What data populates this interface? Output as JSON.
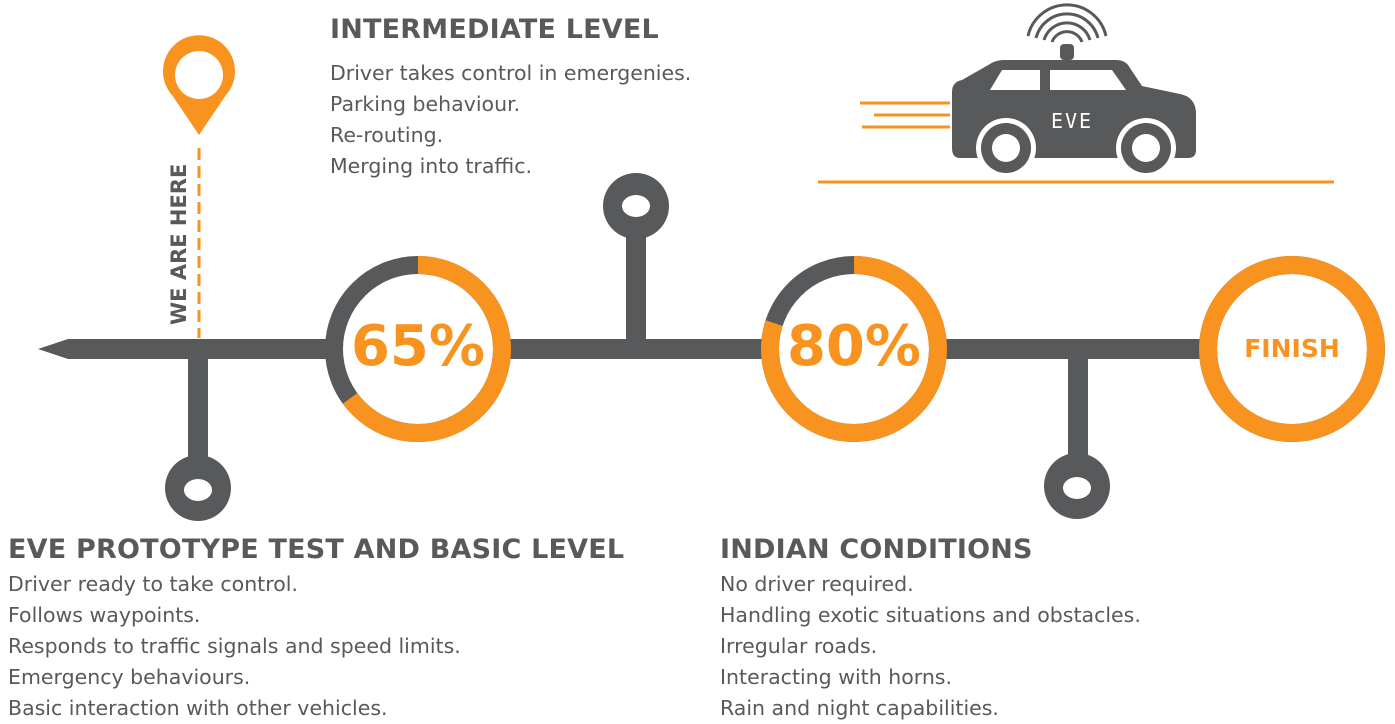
{
  "colors": {
    "accent": "#f7931e",
    "track": "#58595b"
  },
  "marker": {
    "label": "WE ARE HERE",
    "icon": "location-pin-icon"
  },
  "milestones": [
    {
      "progress_label": "65%",
      "progress": 0.65
    },
    {
      "progress_label": "80%",
      "progress": 0.8
    },
    {
      "progress_label": "FINISH",
      "progress": 1.0
    }
  ],
  "stages": {
    "basic": {
      "title": "EVE PROTOTYPE TEST AND BASIC LEVEL",
      "items": [
        "Driver ready to take control.",
        "Follows waypoints.",
        "Responds to traffic signals and speed limits.",
        "Emergency behaviours.",
        "Basic interaction with other vehicles."
      ]
    },
    "intermediate": {
      "title": "INTERMEDIATE LEVEL",
      "items": [
        "Driver takes control in emergenies.",
        "Parking behaviour.",
        "Re-routing.",
        "Merging into traffic."
      ]
    },
    "indian": {
      "title": "INDIAN CONDITIONS",
      "items": [
        "No driver required.",
        "Handling exotic situations and obstacles.",
        "Irregular roads.",
        "Interacting with horns.",
        "Rain and night capabilities."
      ]
    }
  },
  "car": {
    "label": "EVE",
    "icon": "autonomous-car-icon"
  }
}
